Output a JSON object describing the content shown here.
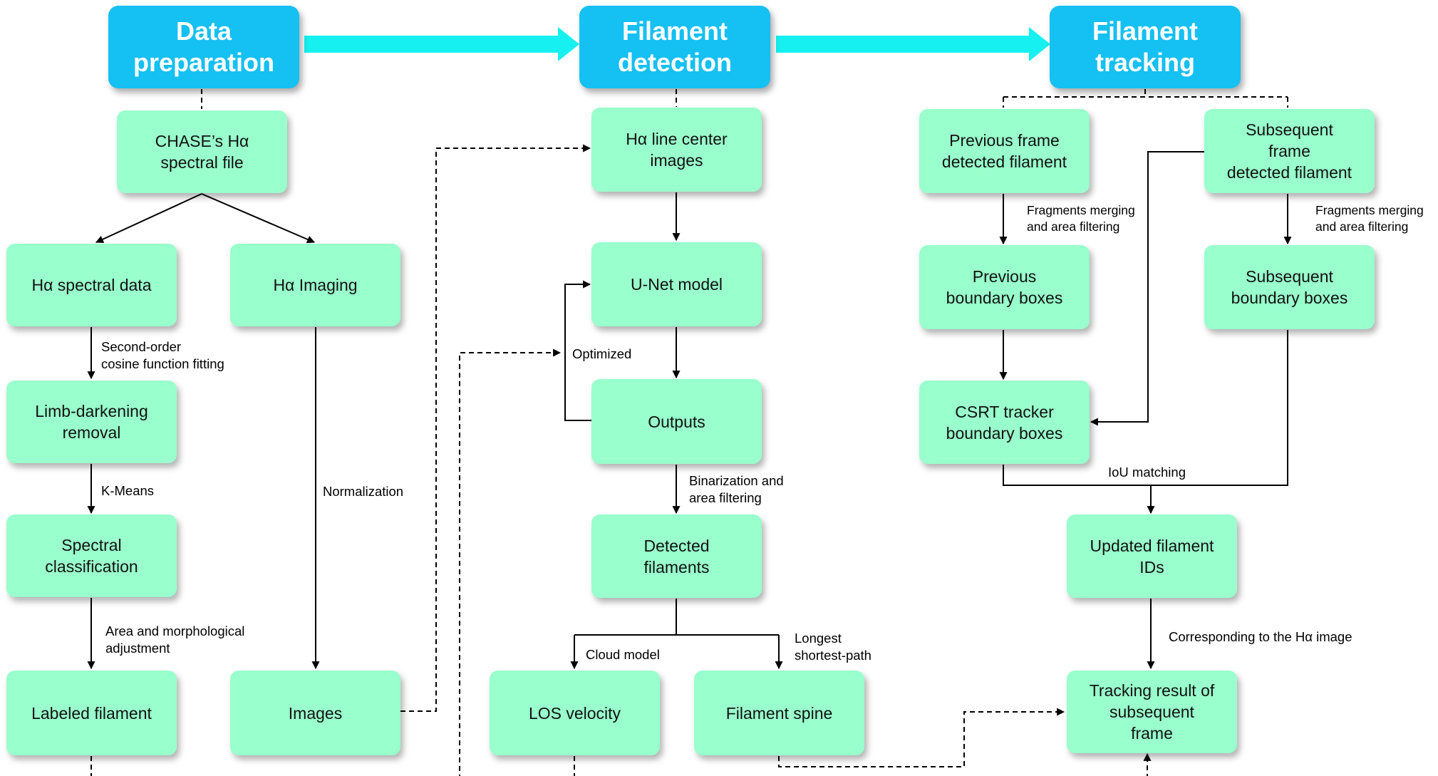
{
  "headers": {
    "data_preparation": "Data\npreparation",
    "filament_detection": "Filament\ndetection",
    "filament_tracking": "Filament\ntracking"
  },
  "preparation": {
    "chase_file": "CHASE’s Hα\nspectral file",
    "spectral_data": "Hα spectral data",
    "imaging": "Hα Imaging",
    "limb_darkening": "Limb-darkening\nremoval",
    "spectral_classification": "Spectral\nclassification",
    "labeled_filament": "Labeled filament",
    "images": "Images"
  },
  "detection": {
    "line_center": "Hα line center\nimages",
    "unet": "U-Net model",
    "outputs": "Outputs",
    "detected": "Detected\nfilaments",
    "los_velocity": "LOS velocity",
    "spine": "Filament spine"
  },
  "tracking": {
    "previous_detected": "Previous frame\ndetected filament",
    "subsequent_detected": "Subsequent\nframe\ndetected filament",
    "previous_boxes": "Previous\nboundary boxes",
    "subsequent_boxes": "Subsequent\nboundary boxes",
    "csrt": "CSRT tracker\nboundary boxes",
    "updated_ids": "Updated filament\nIDs",
    "result": "Tracking result of\nsubsequent\nframe"
  },
  "edge_labels": {
    "cosine_fitting": "Second-order\ncosine function fitting",
    "kmeans": "K-Means",
    "area_morph": "Area and morphological\nadjustment",
    "normalization": "Normalization",
    "optimized": "Optimized",
    "binarization": "Binarization and\narea filtering",
    "cloud_model": "Cloud model",
    "longest_path": "Longest\nshortest-path",
    "fragments_merging_left": "Fragments merging\nand area filtering",
    "fragments_merging_right": "Fragments merging\nand area filtering",
    "iou_matching": "IoU matching",
    "corresponding": "Corresponding to the Hα image"
  },
  "colors": {
    "header_fill": "#15c0f2",
    "box_fill": "#99ffcc",
    "flow_arrow": "#16f0f0",
    "line": "#000000"
  }
}
